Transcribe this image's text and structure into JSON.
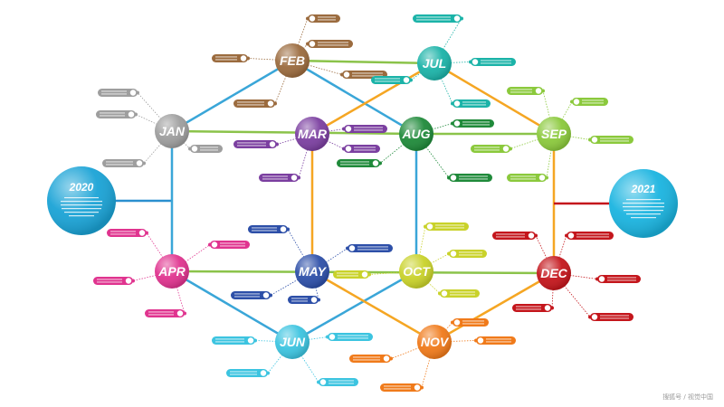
{
  "years": [
    {
      "id": "2020",
      "label": "2020",
      "color": "#1aa3d6"
    },
    {
      "id": "2021",
      "label": "2021",
      "color": "#1ab4e0"
    }
  ],
  "months": [
    {
      "id": "jan",
      "label": "JAN",
      "color": "#9e9e9e"
    },
    {
      "id": "feb",
      "label": "FEB",
      "color": "#9b6b3e"
    },
    {
      "id": "mar",
      "label": "MAR",
      "color": "#7b3fa0"
    },
    {
      "id": "apr",
      "label": "APR",
      "color": "#e0348f"
    },
    {
      "id": "may",
      "label": "MAY",
      "color": "#2d4fa8"
    },
    {
      "id": "jun",
      "label": "JUN",
      "color": "#3cc4e0"
    },
    {
      "id": "jul",
      "label": "JUL",
      "color": "#1bb3a8"
    },
    {
      "id": "aug",
      "label": "AUG",
      "color": "#1f8a3a"
    },
    {
      "id": "sep",
      "label": "SEP",
      "color": "#8bc93c"
    },
    {
      "id": "oct",
      "label": "OCT",
      "color": "#c9d22a"
    },
    {
      "id": "nov",
      "label": "NOV",
      "color": "#f07a1a"
    },
    {
      "id": "dec",
      "label": "DEC",
      "color": "#c4161c"
    }
  ],
  "watermark": "搜狐号 / 视觉中国"
}
